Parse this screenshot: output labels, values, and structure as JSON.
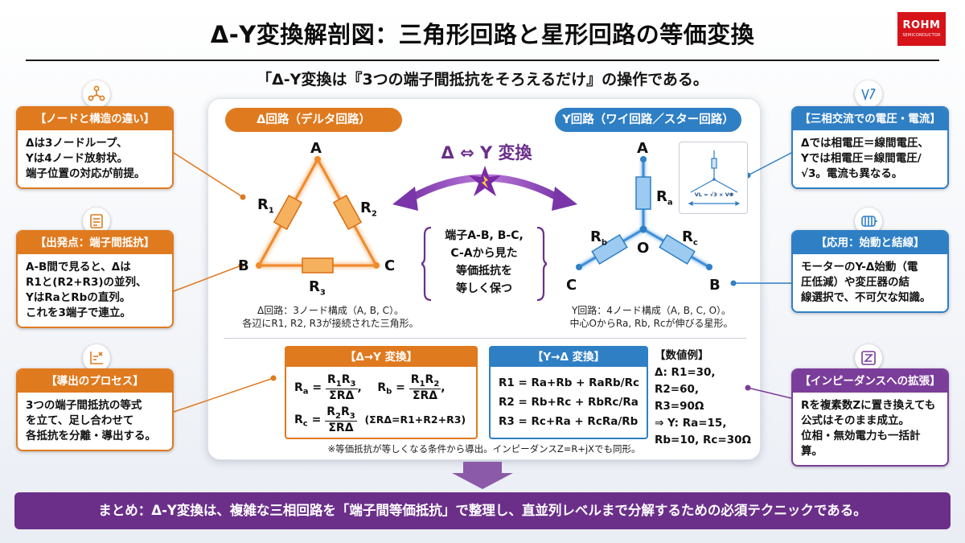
{
  "header": {
    "title": "Δ-Y変換解剖図：三角形回路と星形回路の等価変換",
    "logo_main": "ROHM",
    "logo_sub": "SEMICONDUCTOR",
    "subtitle": "「Δ-Y変換は『3つの端子間抵抗をそろえるだけ』の操作である。"
  },
  "left_cards": [
    {
      "title": "【ノードと構造の違い】",
      "lines": [
        "Δは3ノードループ、",
        "Yは4ノード放射状。",
        "端子位置の対応が前提。"
      ]
    },
    {
      "title": "【出発点：端子間抵抗】",
      "lines": [
        "A-B間で見ると、Δは",
        "R1と(R2+R3)の並列、",
        "YはRaとRbの直列。",
        "これを3端子で連立。"
      ]
    },
    {
      "title": "【導出のプロセス】",
      "lines": [
        "3つの端子間抵抗の等式",
        "を立て、足し合わせて",
        "各抵抗を分離・導出する。"
      ]
    }
  ],
  "right_cards": [
    {
      "title": "【三相交流での電圧・電流】",
      "lines": [
        "Δでは相電圧＝線間電圧、",
        "Yでは相電圧＝線間電圧/",
        "√3。電流も異なる。"
      ]
    },
    {
      "title": "【応用：始動と結線】",
      "lines": [
        "モーターのY-Δ始動（電",
        "圧低減）や変圧器の結",
        "線選択で、不可欠な知識。"
      ]
    },
    {
      "title": "【インピーダンスへの拡張】",
      "lines": [
        "Rを複素数Zに置き換えても",
        "公式はそのまま成立。",
        "位相・無効電力も一括計算。"
      ]
    }
  ],
  "delta": {
    "pill": "Δ回路（デルタ回路）",
    "node_a": "A",
    "node_b": "B",
    "node_c": "C",
    "r1": "R1",
    "r2": "R2",
    "r3": "R3",
    "caption1": "Δ回路：3ノード構成（A, B, C）。",
    "caption2": "各辺にR1, R2, R3が接続された三角形。"
  },
  "transform": {
    "label": "Δ ⇔ Y 変換",
    "box_lines": [
      "端子A-B, B-C,",
      "C-Aから見た",
      "等価抵抗を",
      "等しく保つ"
    ]
  },
  "wye": {
    "pill": "Y回路（ワイ回路／スター回路）",
    "node_a": "A",
    "node_b": "B",
    "node_c": "C",
    "node_o": "O",
    "ra": "Ra",
    "rb": "Rb",
    "rc": "Rc",
    "inset_formula": "VL = √3 × VΦ",
    "caption1": "Y回路：4ノード構成（A, B, C, O）。",
    "caption2": "中心OからRa, Rb, Rcが伸びる星形。"
  },
  "formula_dy": {
    "title": "【Δ→Y 変換】",
    "sum_note": "(ΣRΔ=R1+R2+R3)"
  },
  "formula_yd": {
    "title": "【Y→Δ 変換】",
    "lines": [
      "R1 = Ra+Rb + RaRb/Rc",
      "R2 = Rb+Rc + RbRc/Ra",
      "R3 = Rc+Ra + RcRa/Rb"
    ]
  },
  "example": {
    "title": "【数値例】",
    "lines": [
      "Δ: R1=30,",
      "R2=60, R3=90Ω",
      "⇒ Y: Ra=15,",
      "Rb=10, Rc=30Ω"
    ]
  },
  "footnote": "※等価抵抗が等しくなる条件から導出。インピーダンスZ=R+jXでも同形。",
  "summary": "まとめ：Δ-Y変換は、複雑な三相回路を「端子間等価抵抗」で整理し、直並列レベルまで分解するための必須テクニックである。",
  "colors": {
    "orange": "#e07a1f",
    "blue": "#2f7fc5",
    "purple": "#7b3d9a",
    "rohm_red": "#d7131a"
  },
  "icons": [
    "node-graph-icon",
    "circuit-icon",
    "axis-icon",
    "voltage-icon",
    "motor-icon",
    "impedance-icon"
  ]
}
